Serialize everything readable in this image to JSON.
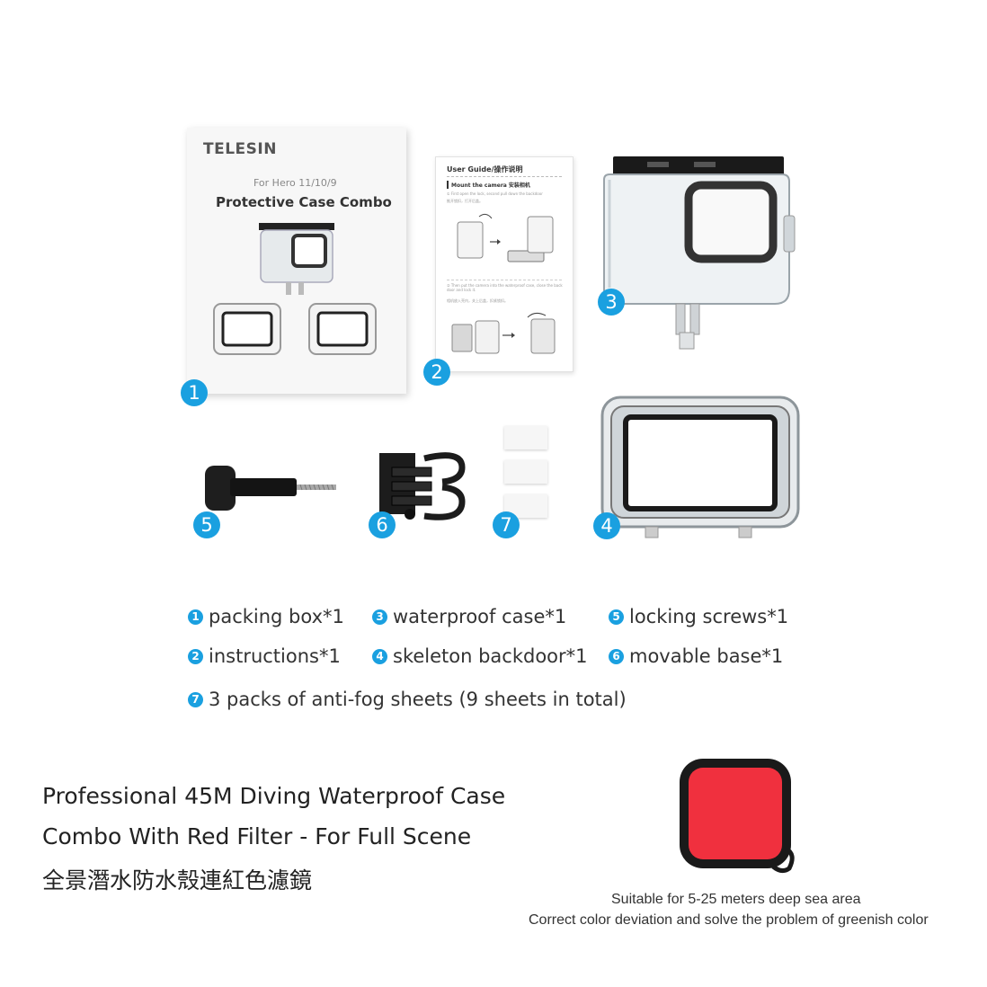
{
  "box": {
    "brand": "TELESIN",
    "model": "For Hero 11/10/9",
    "product": "Protective Case Combo"
  },
  "guide": {
    "title": "User Guide/操作说明",
    "section1": "Mount the camera 安装相机",
    "step1": "① First open the lock, second pull down the backdoor",
    "step1_cn": "推开锁扣，打开后盖。",
    "step2": "② Then put the camera into the waterproof case, close the back door and lock it.",
    "step2_cn": "相机放入壳内，关上后盖，扣紧锁扣。"
  },
  "badges": {
    "b1": "1",
    "b2": "2",
    "b3": "3",
    "b4": "4",
    "b5": "5",
    "b6": "6",
    "b7": "7"
  },
  "legend": {
    "items": [
      {
        "num": "1",
        "text": "packing box*1"
      },
      {
        "num": "3",
        "text": "waterproof case*1"
      },
      {
        "num": "5",
        "text": "locking screws*1"
      },
      {
        "num": "2",
        "text": "instructions*1"
      },
      {
        "num": "4",
        "text": "skeleton backdoor*1"
      },
      {
        "num": "6",
        "text": "movable base*1"
      },
      {
        "num": "7",
        "text": "3 packs of anti-fog sheets (9 sheets in total)"
      }
    ]
  },
  "headline": {
    "line1": "Professional 45M Diving Waterproof Case",
    "line2": "Combo With Red Filter - For Full Scene",
    "line3": "全景潛水防水殼連紅色濾鏡"
  },
  "filter": {
    "caption1": "Suitable for 5-25 meters deep sea area",
    "caption2": "Correct color deviation and solve the problem of greenish color",
    "color": "#f0303e"
  },
  "colors": {
    "badge": "#1aa0e0"
  }
}
